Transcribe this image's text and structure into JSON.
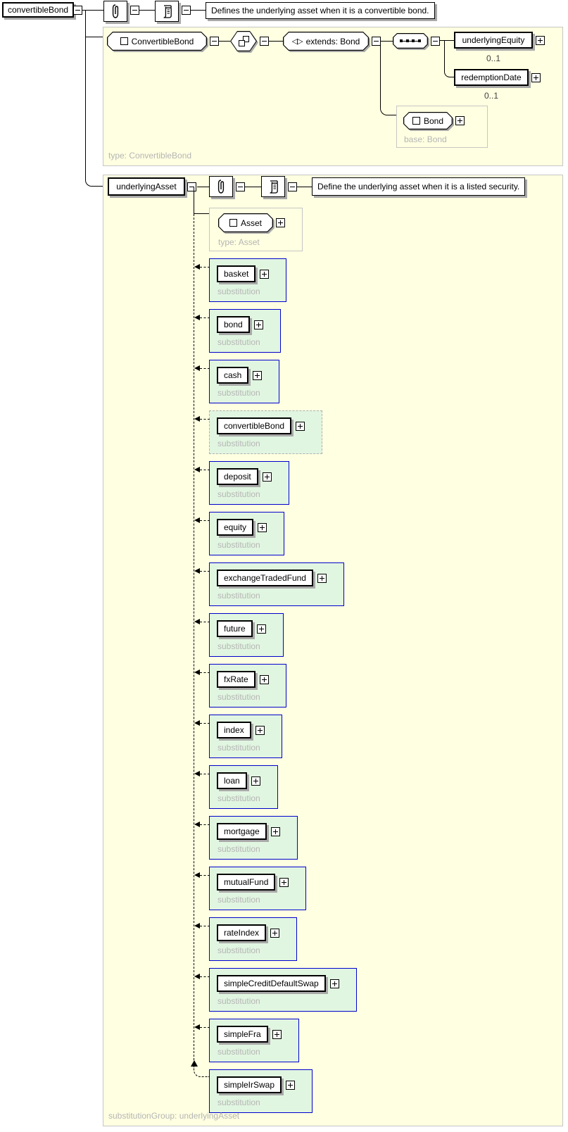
{
  "title_row": {
    "element": "convertibleBond",
    "annotation_icon": "paperclip-icon",
    "documentation_icon": "scroll-icon",
    "documentation": "Defines the underlying asset when it is a convertible bond."
  },
  "convertible_bond_type": {
    "name": "ConvertibleBond",
    "derivation": "extends: Bond",
    "compositor": "sequence",
    "children": [
      {
        "name": "underlyingEquity",
        "occurs": "0..1"
      },
      {
        "name": "redemptionDate",
        "occurs": "0..1"
      }
    ],
    "base_box": {
      "name": "Bond",
      "caption": "base: Bond"
    },
    "footer": "type: ConvertibleBond"
  },
  "underlying_asset": {
    "element": "underlyingAsset",
    "documentation": "Define the underlying asset when it is a listed security.",
    "head_type": {
      "name": "Asset",
      "caption": "type: Asset"
    },
    "substitution_caption": "substitution",
    "substitutions": [
      {
        "name": "basket"
      },
      {
        "name": "bond"
      },
      {
        "name": "cash"
      },
      {
        "name": "convertibleBond",
        "dashed": true
      },
      {
        "name": "deposit"
      },
      {
        "name": "equity"
      },
      {
        "name": "exchangeTradedFund"
      },
      {
        "name": "future"
      },
      {
        "name": "fxRate"
      },
      {
        "name": "index"
      },
      {
        "name": "loan"
      },
      {
        "name": "mortgage"
      },
      {
        "name": "mutualFund"
      },
      {
        "name": "rateIndex"
      },
      {
        "name": "simpleCreditDefaultSwap"
      },
      {
        "name": "simpleFra"
      },
      {
        "name": "simpleIrSwap"
      }
    ],
    "footer": "substitutionGroup: underlyingAsset"
  },
  "colors": {
    "model_fill": "#ffffe1",
    "model_border": "#c6c6c6",
    "substitution_fill": "#e1f6e1",
    "substitution_border": "#0000cd",
    "muted_text": "#b5b5b5",
    "shadow": "#a9a9a9",
    "line": "#000000"
  }
}
